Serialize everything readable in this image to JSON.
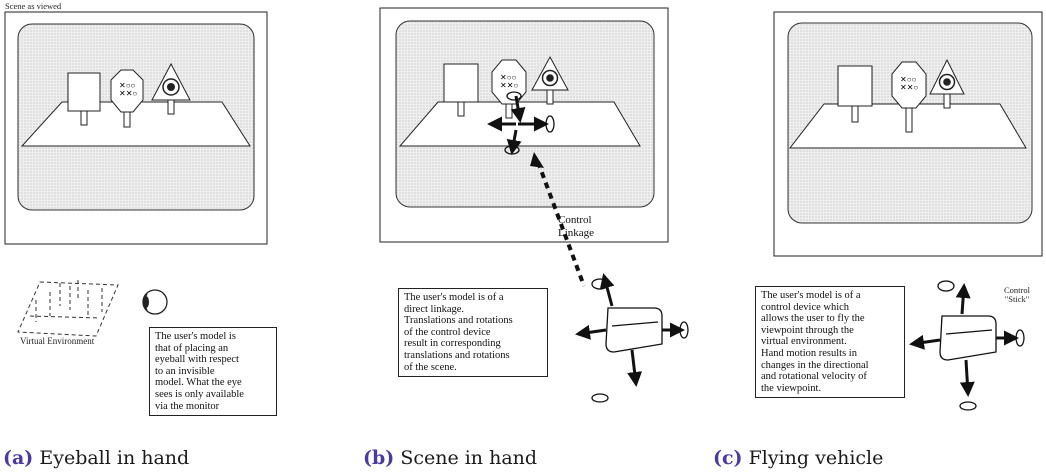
{
  "panels": [
    {
      "id": "a",
      "top_label": "Scene as viewed",
      "environment_label": "Virtual Environment",
      "description": "The user's model is\nthat of placing an\neyeball with respect\nto an invisible\nmodel. What the eye\nsees is only available\nvia the monitor",
      "caption_tag": "(a)",
      "caption_text": "Eyeball in hand"
    },
    {
      "id": "b",
      "control_label_line1": "Control",
      "control_label_line2": "Linkage",
      "description": "The user's model is of a\ndirect linkage.\nTranslations and rotations\nof the control device\nresult in corresponding\ntranslations and rotations\nof the scene.",
      "caption_tag": "(b)",
      "caption_text": "Scene in hand"
    },
    {
      "id": "c",
      "control_label_line1": "Control",
      "control_label_line2": "\"Stick\"",
      "description": "The user's model is of a\ncontrol device which\nallows the user to fly the\nviewpoint through the\nvirtual environment.\nHand motion results in\nchanges in the directional\nand rotational velocity of\nthe viewpoint.",
      "caption_tag": "(c)",
      "caption_text": "Flying vehicle"
    }
  ],
  "colors": {
    "caption_tag": "#4a3aa0",
    "screen_fill": "#e6e6e6",
    "ink": "#111111"
  }
}
